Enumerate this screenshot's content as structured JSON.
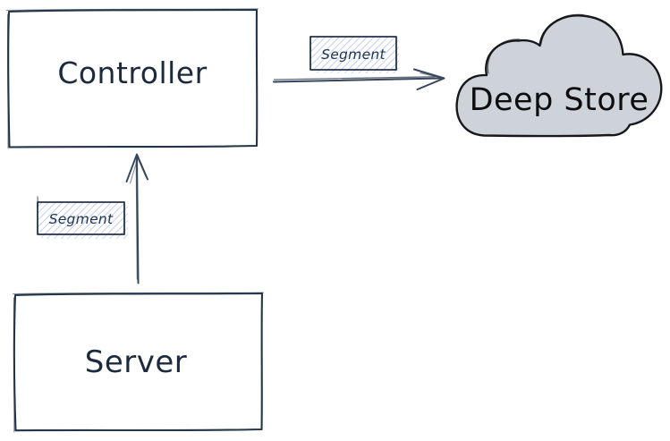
{
  "diagram": {
    "nodes": {
      "controller": {
        "label": "Controller",
        "shape": "rectangle"
      },
      "server": {
        "label": "Server",
        "shape": "rectangle"
      },
      "deep_store": {
        "label": "Deep Store",
        "shape": "cloud"
      }
    },
    "edges": [
      {
        "from": "controller",
        "to": "deep_store",
        "label": "Segment",
        "direction": "right"
      },
      {
        "from": "server",
        "to": "controller",
        "label": "Segment",
        "direction": "up"
      }
    ],
    "colors": {
      "canvas_bg": "#ffffff",
      "node_stroke": "#24354a",
      "node_fill": "#ffffff",
      "node_text": "#1c2a3e",
      "arrow_stroke": "#36465a",
      "label_hatch": "#aebfe9",
      "label_border": "#23324a",
      "label_text": "#233550",
      "cloud_fill": "#ced3da",
      "cloud_stroke": "#17181c",
      "cloud_text": "#0d0d10"
    }
  }
}
